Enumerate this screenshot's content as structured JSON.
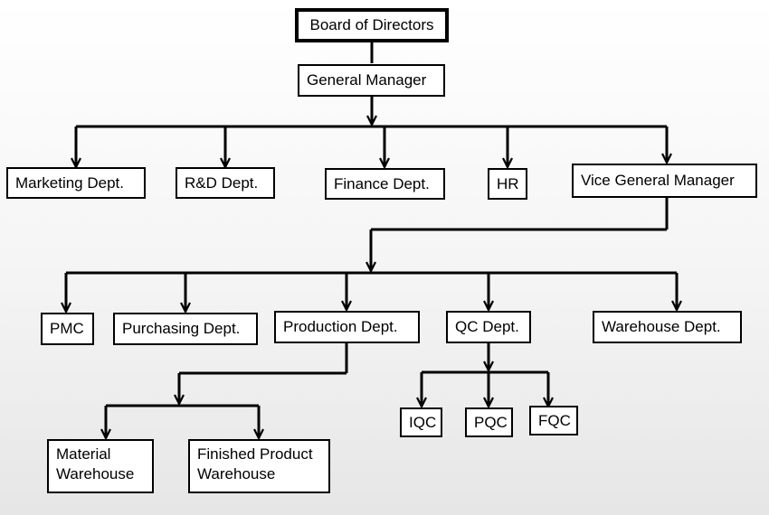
{
  "org_chart": {
    "board": "Board of Directors",
    "general_manager": "General Manager",
    "marketing": "Marketing Dept.",
    "rnd": "R&D Dept.",
    "finance": "Finance Dept.",
    "hr": "HR",
    "vice_gm": "Vice General Manager",
    "pmc": "PMC",
    "purchasing": "Purchasing Dept.",
    "production": "Production Dept.",
    "qc": "QC Dept.",
    "warehouse_dept": "Warehouse Dept.",
    "material_warehouse": "Material Warehouse",
    "finished_product_warehouse": "Finished Product Warehouse",
    "iqc": "IQC",
    "pqc": "PQC",
    "fqc": "FQC"
  }
}
